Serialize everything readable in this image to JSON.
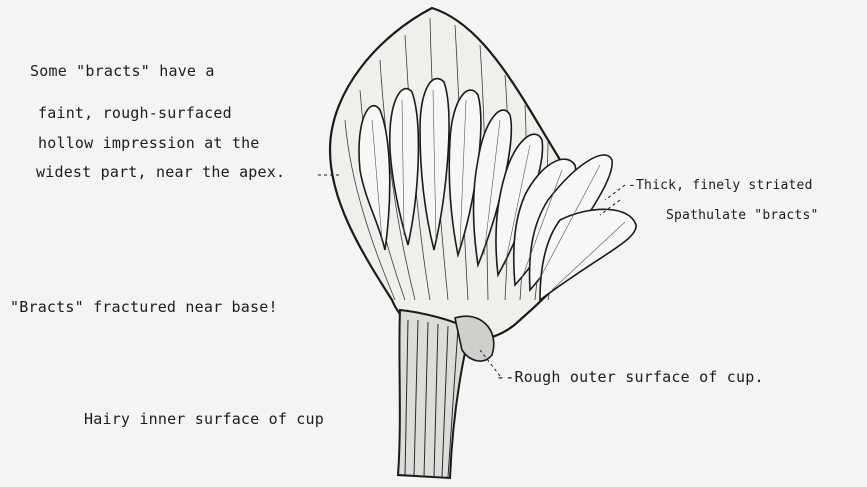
{
  "annotations": {
    "bracts_impression": [
      "Some \"bracts\" have a",
      "faint, rough-surfaced",
      "hollow impression at the",
      "widest part, near the apex."
    ],
    "thick_bracts": [
      "-Thick, finely striated",
      "Spathulate \"bracts\""
    ],
    "fractured": "\"Bracts\" fractured near base!",
    "rough_outer": "--Rough outer surface of cup.",
    "hairy_inner": "Hairy inner surface of cup"
  }
}
